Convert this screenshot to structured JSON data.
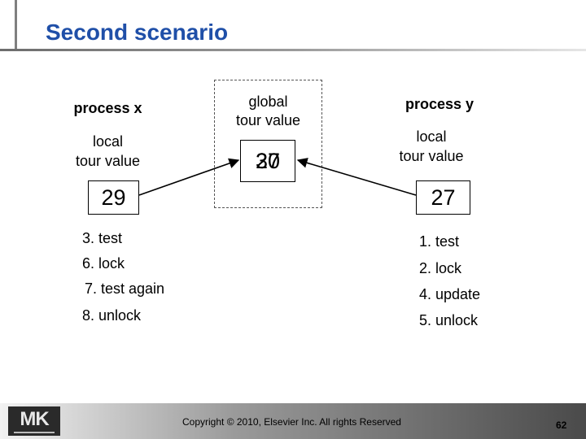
{
  "slide": {
    "title": "Second scenario",
    "page_number": "62",
    "copyright": "Copyright © 2010, Elsevier Inc. All rights Reserved"
  },
  "process_x": {
    "heading": "process x",
    "local_label_line1": "local",
    "local_label_line2": "tour value",
    "value": "29",
    "steps": [
      "3. test",
      "6. lock",
      "7. test again",
      "8. unlock"
    ]
  },
  "global": {
    "label_line1": "global",
    "label_line2": "tour value",
    "value_old": "30",
    "value_new": "27"
  },
  "process_y": {
    "heading": "process y",
    "local_label_line1": "local",
    "local_label_line2": "tour value",
    "value": "27",
    "steps": [
      "1. test",
      "2. lock",
      "4. update",
      "5. unlock"
    ]
  }
}
